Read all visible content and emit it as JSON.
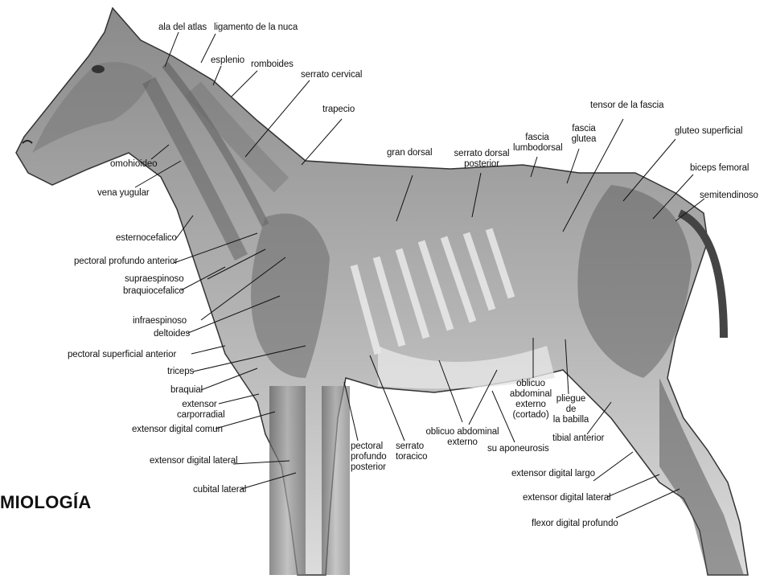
{
  "title": "MIOLOGÍA",
  "labels": {
    "ala_del_atlas": "ala del atlas",
    "ligamento_nuca": "ligamento de la nuca",
    "esplenio": "esplenio",
    "romboides": "romboides",
    "serrato_cervical": "serrato cervical",
    "trapecio": "trapecio",
    "omohioideo": "omohioideo",
    "vena_yugular": "vena yugular",
    "esternocefalico": "esternocefalico",
    "pectoral_profundo_anterior": "pectoral profundo anterior",
    "supraespinoso": "supraespinoso",
    "braquiocefalico": "braquiocefalico",
    "infraespinoso": "infraespinoso",
    "deltoides": "deltoides",
    "pectoral_superficial_anterior": "pectoral superficial anterior",
    "triceps": "triceps",
    "braquial": "braquial",
    "extensor_carporradial": "extensor\ncarporradial",
    "extensor_digital_comun": "extensor digital comun",
    "extensor_digital_lateral_front": "extensor digital lateral",
    "cubital_lateral": "cubital lateral",
    "gran_dorsal": "gran dorsal",
    "serrato_dorsal_posterior": "serrato dorsal\nposterior",
    "fascia_lumbodorsal": "fascia\nlumbodorsal",
    "fascia_glutea": "fascia\nglutea",
    "tensor_fascia": "tensor de la fascia",
    "gluteo_superficial": "gluteo superficial",
    "biceps_femoral": "biceps femoral",
    "semitendinoso": "semitendinoso",
    "oblicuo_externo_cortado": "oblicuo\nabdominal\nexterno\n(cortado)",
    "pliegue_babilla": "pliegue de\nla babilla",
    "oblicuo_abdominal_externo": "oblicuo abdominal\nexterno",
    "su_aponeurosis": "su aponeurosis",
    "pectoral_profundo_posterior": "pectoral\nprofundo\nposterior",
    "serrato_toracico": "serrato\ntoracico",
    "tibial_anterior": "tibial anterior",
    "extensor_digital_largo": "extensor digital largo",
    "extensor_digital_lateral_hind": "extensor digital lateral",
    "flexor_digital_profundo": "flexor digital profundo"
  }
}
